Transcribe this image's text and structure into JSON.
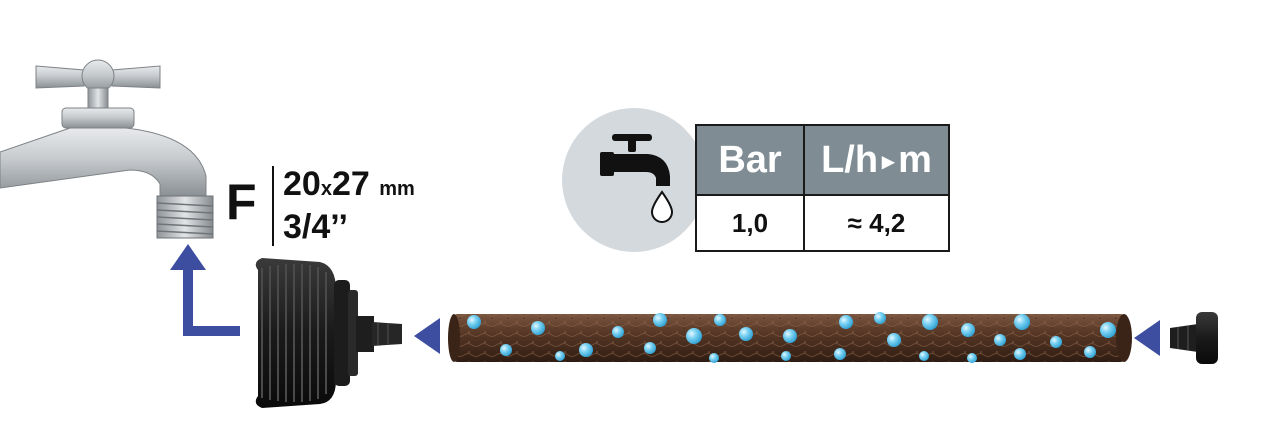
{
  "thread": {
    "gender_letter": "F",
    "metric_a": "20",
    "metric_x": "x",
    "metric_b": "27",
    "metric_unit": "mm",
    "imperial": "3/4’’"
  },
  "table": {
    "header_pressure": "Bar",
    "header_flow": "L/h",
    "header_flow_arrow": "▸",
    "header_flow_unit": "m",
    "value_pressure": "1,0",
    "value_flow": "≈ 4,2"
  },
  "icons": [
    "faucet-icon",
    "tap-water-icon",
    "water-drop-icon",
    "arrow-up-icon",
    "arrow-left-icon"
  ],
  "colors": {
    "arrow_blue": "#3d4ea0",
    "table_header": "#7f8c93",
    "badge_circle": "#d3d9dd",
    "hose_brown": "#5a3a28",
    "water_bead": "#5fc6ec"
  }
}
